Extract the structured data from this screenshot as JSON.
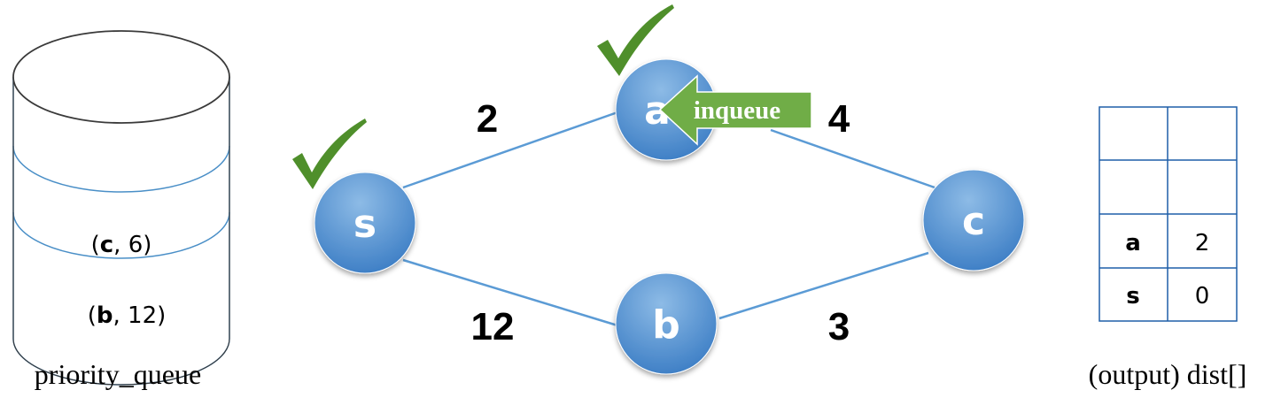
{
  "colors": {
    "node_fill_light": "#7fb0e0",
    "node_fill_dark": "#3d7fc6",
    "edge": "#5b9bd5",
    "check": "#4f8f2b",
    "inqueue_arrow": "#70ad47",
    "cylinder_line": "#4a8fc7"
  },
  "priority_queue": {
    "caption": "priority_queue",
    "entries": [
      {
        "open": "(",
        "key": "c",
        "rest": ", 6)"
      },
      {
        "open": "(",
        "key": "b",
        "rest": ", 12)"
      }
    ]
  },
  "graph": {
    "nodes": [
      {
        "id": "s",
        "label": "s",
        "checked": true
      },
      {
        "id": "a",
        "label": "a",
        "checked": true
      },
      {
        "id": "b",
        "label": "b",
        "checked": false
      },
      {
        "id": "c",
        "label": "c",
        "checked": false
      }
    ],
    "edges": [
      {
        "from": "s",
        "to": "a",
        "weight": "2"
      },
      {
        "from": "a",
        "to": "c",
        "weight": "4"
      },
      {
        "from": "s",
        "to": "b",
        "weight": "12"
      },
      {
        "from": "b",
        "to": "c",
        "weight": "3"
      }
    ],
    "inqueue_label": "inqueue",
    "check_icon": "checkmark-icon"
  },
  "dist_table": {
    "caption": "(output) dist[]",
    "rows": [
      {
        "key": "",
        "value": ""
      },
      {
        "key": "",
        "value": ""
      },
      {
        "key": "a",
        "value": "2"
      },
      {
        "key": "s",
        "value": "0"
      }
    ]
  }
}
